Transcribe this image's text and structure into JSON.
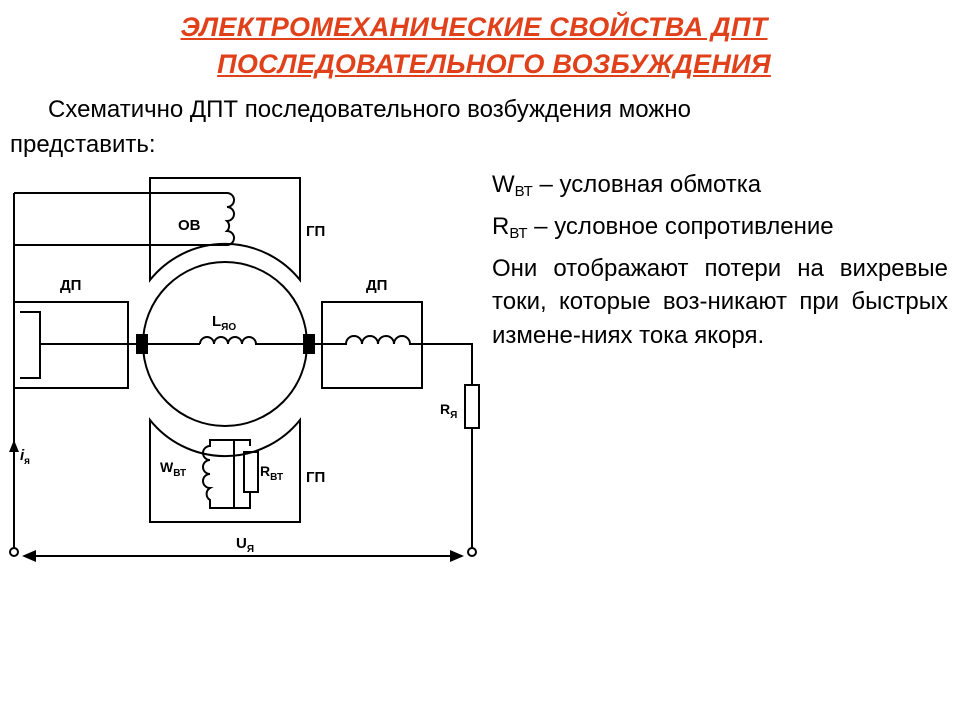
{
  "title": {
    "line1": "ЭЛЕКТРОМЕХАНИЧЕСКИЕ СВОЙСТВА ДПТ",
    "line2": "ПОСЛЕДОВАТЕЛЬНОГО ВОЗБУЖДЕНИЯ"
  },
  "intro": {
    "line1": "Схематично ДПТ последовательного возбуждения можно",
    "line2": "представить:"
  },
  "legend": {
    "wvt_letter": "W",
    "wvt_sub": "ВТ",
    "wvt_text": " – условная обмотка",
    "rvt_letter": "R",
    "rvt_sub": "ВТ",
    "rvt_text": " – условное сопротивление",
    "paragraph": "Они отображают потери на вихревые токи, которые воз-никают при быстрых измене-ниях тока якоря."
  },
  "diagram": {
    "ov": "ОВ",
    "gp_top": "ГП",
    "gp_bottom": "ГП",
    "dp_left": "ДП",
    "dp_right": "ДП",
    "lyo_main": "L",
    "lyo_sub": "ЯО",
    "ry_main": "R",
    "ry_sub": "Я",
    "wvt_main": "W",
    "wvt_sub": "ВТ",
    "rvt_main": "R",
    "rvt_sub": "ВТ",
    "iy_main": "i",
    "iy_sub": "я",
    "uy_main": "U",
    "uy_sub": "Я"
  },
  "colors": {
    "title": "#e0401a",
    "text": "#000000",
    "background": "#ffffff"
  }
}
